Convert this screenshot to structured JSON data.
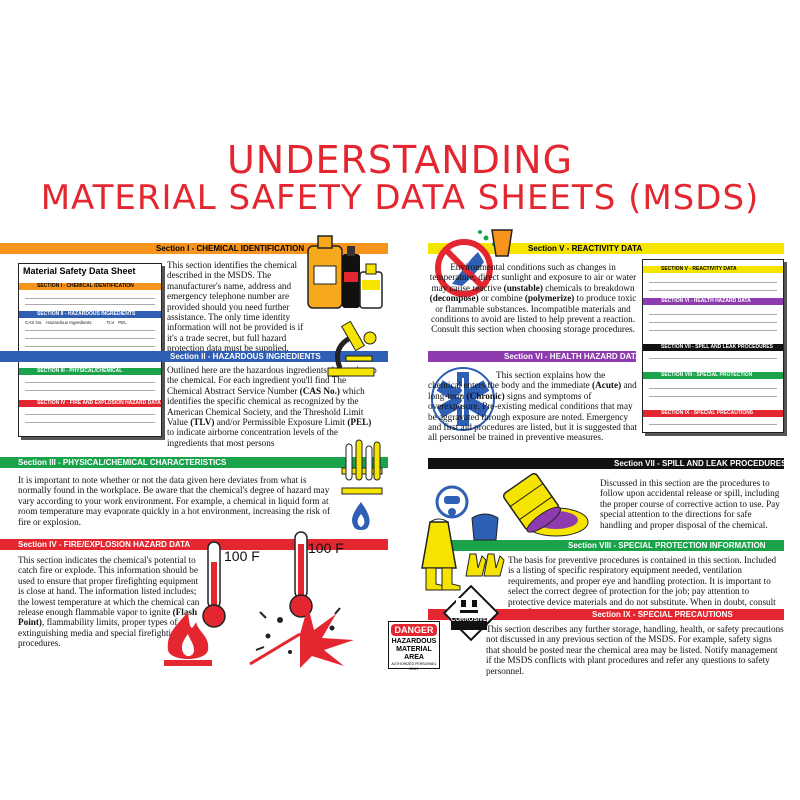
{
  "title": {
    "line1": "UNDERSTANDING",
    "line2": "MATERIAL SAFETY DATA SHEETS (MSDS)"
  },
  "colors": {
    "red": "#e3262f",
    "orange": "#f7941d",
    "blue": "#2e5fb5",
    "green": "#1aa34a",
    "yellow": "#f5e400",
    "purple": "#8e3bb0",
    "black": "#111111"
  },
  "sections": {
    "s1": {
      "header": "Section I - CHEMICAL IDENTIFICATION",
      "text": "This section identifies the chemical described in the MSDS. The manufacturer's name, address and emergency telephone number are provided should you need further assistance. The only time identity information will not be provided is if it's a trade secret, but full hazard protection data must be supplied."
    },
    "s2": {
      "header": "Section II - HAZARDOUS INGREDIENTS",
      "text_a": "Outlined here are the hazardous ingredients that make up the chemical. For each ingredient you'll find The Chemical Abstract Service Number",
      "text_b": "(CAS No.)",
      "text_c": "which identifies the specific chemical as recognized by the American Chemical Society, and the Threshold Limit Value",
      "text_d": "(TLV)",
      "text_e": "and/or Permissible Exposure Limit",
      "text_f": "(PEL)",
      "text_g": "to indicate airborne concentration levels of the ingredients that most persons"
    },
    "s3": {
      "header": "Section III - PHYSICAL/CHEMICAL CHARACTERISTICS",
      "text": "It is important to note whether or not the data given here deviates from what is normally found in the workplace. Be aware that the chemical's degree of hazard may vary according to your work environment. For example, a chemical in liquid form at room temperature may evaporate quickly in a hot environment, increasing the risk of fire or explosion."
    },
    "s4": {
      "header": "Section IV - FIRE/EXPLOSION HAZARD DATA",
      "text_a": "This section indicates the chemical's potential to catch fire or explode. This information should be used to ensure that proper firefighting equipment is close at hand. The information listed includes; the lowest temperature at which the chemical can release enough flammable vapor to ignite",
      "text_b": "(Flash Point)",
      "text_c": ", flammability limits, proper types of extinguishing media and special firefighting procedures."
    },
    "s5": {
      "header": "Section V - REACTIVITY DATA",
      "text_a": "Environmental conditions such as changes in temperature, direct sunlight and exposure to air or water may cause reactive",
      "text_b": "(unstable)",
      "text_c": "chemicals to breakdown",
      "text_d": "(decompose)",
      "text_e": "or combine",
      "text_f": "(polymerize)",
      "text_g": "to produce toxic or flammable substances. Incompatible materials and conditions to avoid are listed  to help prevent a reaction. Consult this section when choosing storage procedures."
    },
    "s6": {
      "header": "Section VI - HEALTH HAZARD DATA",
      "text_a": "This section explains how the chemical enters the body and the immediate",
      "text_b": "(Acute)",
      "text_c": "and long-term",
      "text_d": "(Chronic)",
      "text_e": "signs and symptoms of overexposure. Pre-existing medical conditions that may be aggravated through exposure are noted. Emergency and first aid procedures are listed, but it is suggested that all personnel be trained in preventive measures."
    },
    "s7": {
      "header": "Section VII - SPILL AND LEAK PROCEDURES",
      "text": "Discussed in this section are the procedures to follow upon accidental release or spill, including the proper course of corrective action to use. Pay special attention to the directions for safe handling and proper disposal of the chemical."
    },
    "s8": {
      "header": "Section VIII - SPECIAL PROTECTION INFORMATION",
      "text": "The basis for preventive procedures is contained in this section. Included is a listing of specific respiratory equipment needed, ventilation requirements, and proper eye and handling protection. It is important to select the correct degree of protection for the job; pay attention to protective device materials and do not substitute. When in doubt, consult your Supervisor."
    },
    "s9": {
      "header": "Section IX - SPECIAL PRECAUTIONS",
      "text": "This section describes any further storage, handling, health, or safety precautions not discussed in any previous section of the MSDS. For example, safety signs that should be posted near the chemical area may be listed. Notify management if the MSDS conflicts with plant procedures and refer any questions to safety personnel."
    }
  },
  "sheet_left": {
    "title": "Material Safety Data Sheet",
    "bands": [
      "SECTION I - CHEMICAL IDENTIFICATION",
      "SECTION II - HAZARDOUS INGREDIENTS",
      "SECTION III - PHYSICAL/CHEMICAL CHARACTERISTICS",
      "SECTION IV - FIRE AND EXPLOSION HAZARD DATA"
    ],
    "fields": [
      "CAS No.",
      "Hazardous Ingredients",
      "TLV",
      "PEL"
    ]
  },
  "sheet_right": {
    "bands": [
      "SECTION V - REACTIVITY DATA",
      "SECTION VI - HEALTH HAZARD DATA",
      "SECTION VII - SPILL AND LEAK PROCEDURES",
      "SECTION VIII - SPECIAL PROTECTION INFORMATION",
      "SECTION IX - SPECIAL PRECAUTIONS"
    ]
  },
  "temps": {
    "left": "100 F",
    "right": "100 F"
  },
  "signs": {
    "danger_head": "DANGER",
    "danger_body": "HAZARDOUS MATERIAL AREA",
    "danger_sub": "AUTHORIZED PERSONNEL ONLY",
    "corrosive": "CORROSIVE"
  }
}
